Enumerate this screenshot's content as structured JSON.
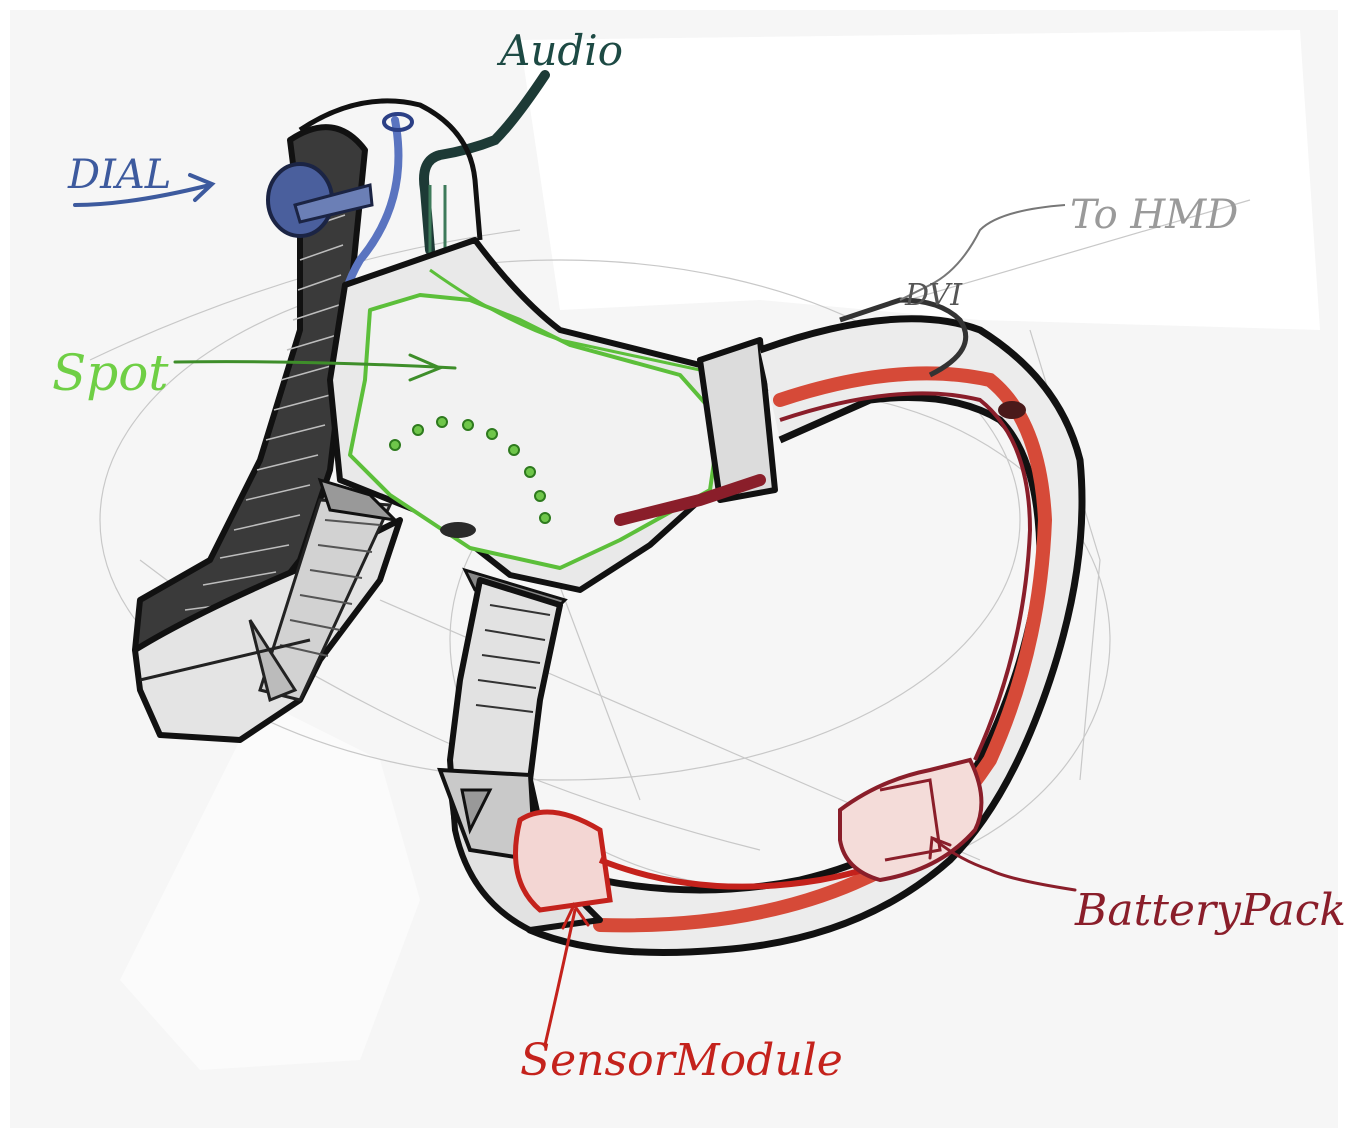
{
  "labels": {
    "audio": "Audio",
    "dial": "DIAL",
    "to_hmd": "To HMD",
    "dvi": "DVI",
    "spot": "Spot",
    "battery_pack": "BatteryPack",
    "sensor_module": "SensorModule"
  },
  "colors": {
    "paper": "#f7f7f7",
    "ink_black": "#141414",
    "pencil_grey": "#a8a8a8",
    "dial_blue": "#3d5a9e",
    "audio_teal": "#1d4a44",
    "spot_green": "#5cbf3a",
    "battery_red": "#8a1e2a",
    "sensor_red": "#c4221c",
    "strap_red": "#d64a38"
  }
}
